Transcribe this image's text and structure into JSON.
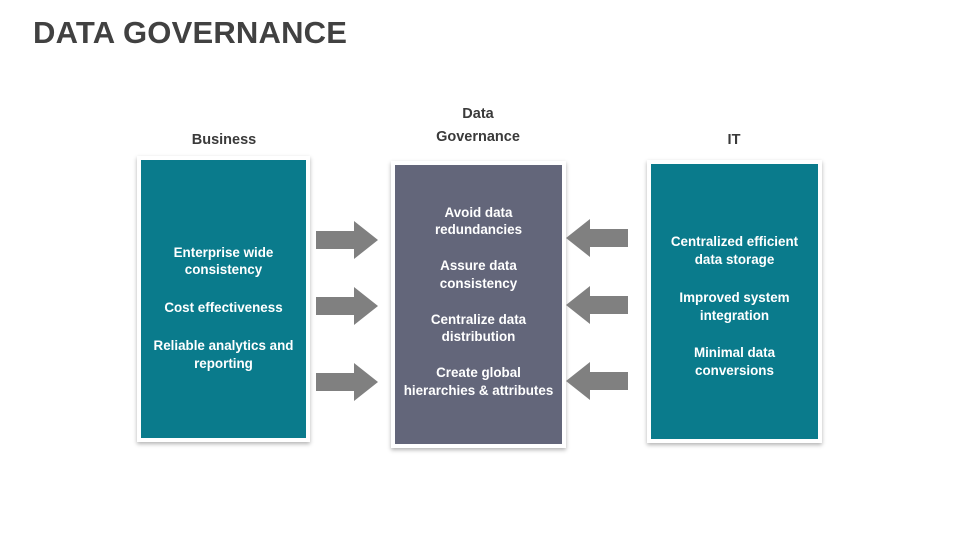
{
  "slide": {
    "title": "DATA GOVERNANCE",
    "background_color": "#ffffff",
    "title_color": "#414141"
  },
  "colors": {
    "teal": "#0a7b8c",
    "slate": "#63667a",
    "arrow_gray": "#808080",
    "text_white": "#ffffff",
    "heading_gray": "#3a3a3a"
  },
  "columns": {
    "left": {
      "header": "Business",
      "panel_color": "#0a7b8c",
      "items": [
        "Enterprise wide consistency",
        "Cost effectiveness",
        "Reliable analytics and reporting"
      ]
    },
    "center": {
      "header_line1": "Data",
      "header_line2": "Governance",
      "panel_color": "#63667a",
      "items": [
        "Avoid data redundancies",
        "Assure data consistency",
        "Centralize data distribution",
        "Create global hierarchies & attributes"
      ]
    },
    "right": {
      "header": "IT",
      "panel_color": "#0a7b8c",
      "items": [
        "Centralized efficient data storage",
        "Improved system integration",
        "Minimal data conversions"
      ]
    }
  },
  "connectors": {
    "left_to_center": {
      "icon": "arrow-right-icon",
      "direction": "right",
      "count": 3,
      "color": "#808080"
    },
    "right_to_center": {
      "icon": "arrow-left-icon",
      "direction": "left",
      "count": 3,
      "color": "#808080"
    }
  }
}
